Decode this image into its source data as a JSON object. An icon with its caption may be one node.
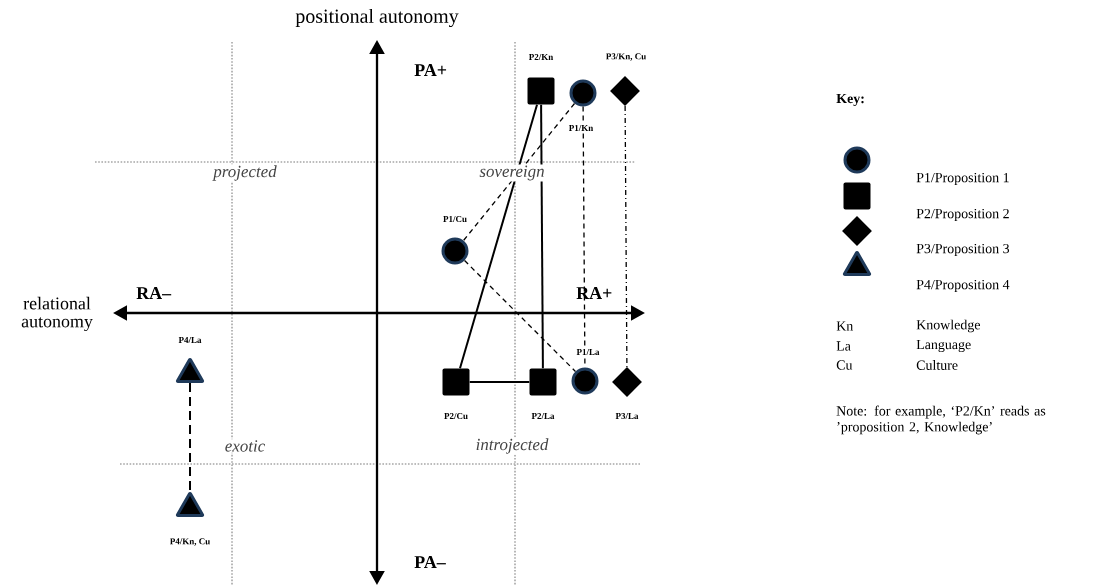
{
  "diagram": {
    "nodes": [
      {
        "text": [],
        "shape": "box",
        "beside": [
          "P2/Kn"
        ]
      },
      {
        "text": [],
        "shape": "circle",
        "beside": [
          "P1/Kn"
        ]
      },
      {
        "text": [],
        "shape": "diamond",
        "beside": [
          "P3/Kn, Cu"
        ]
      },
      {
        "text": [],
        "shape": "circle",
        "beside": [
          "P1/Cu"
        ]
      },
      {
        "text": [],
        "shape": "triangle",
        "beside": [
          "P4/La"
        ]
      },
      {
        "text": [],
        "shape": "box",
        "beside": [
          "P2/Cu"
        ]
      },
      {
        "text": [],
        "shape": "box",
        "beside": [
          "P2/La"
        ]
      },
      {
        "text": [],
        "shape": "circle",
        "beside": [
          "P1/La"
        ]
      },
      {
        "text": [],
        "shape": "diamond",
        "beside": [
          "P3/La"
        ]
      },
      {
        "text": [],
        "shape": "triangle",
        "beside": [
          "P4/Kn, Cu"
        ]
      }
    ],
    "edges": [
      {
        "from": 0,
        "to": 5,
        "arrow": "none"
      },
      {
        "from": 0,
        "to": 6,
        "arrow": "none"
      },
      {
        "from": 5,
        "to": 6,
        "arrow": "none"
      },
      {
        "from": 1,
        "to": 3,
        "arrow": "none",
        "style": "dashed"
      },
      {
        "from": 3,
        "to": 7,
        "arrow": "none",
        "style": "dashed"
      },
      {
        "from": 1,
        "to": 7,
        "arrow": "none",
        "style": "dashed"
      },
      {
        "from": 2,
        "to": 8,
        "arrow": "none",
        "style": "dashed"
      },
      {
        "from": 4,
        "to": 9,
        "arrow": "none",
        "style": "dashed"
      }
    ],
    "labels": [
      "positional autonomy",
      "PA+",
      "relational autonomy",
      "RA–",
      "RA+",
      "projected",
      "sovereign",
      "exotic",
      "introjected",
      "PA–",
      "Key:",
      "Kn",
      "Knowledge",
      "La",
      "Language",
      "Cu",
      "Culture",
      "Note: for example, ‘P2/Kn’ reads as ’proposition 2, Knowledge’"
    ],
    "legend": [
      {
        "text": "P1/Proposition 1"
      },
      {
        "text": "P2/Proposition 2"
      },
      {
        "text": "P3/Proposition 3"
      },
      {
        "text": "P4/Proposition 4"
      }
    ]
  }
}
